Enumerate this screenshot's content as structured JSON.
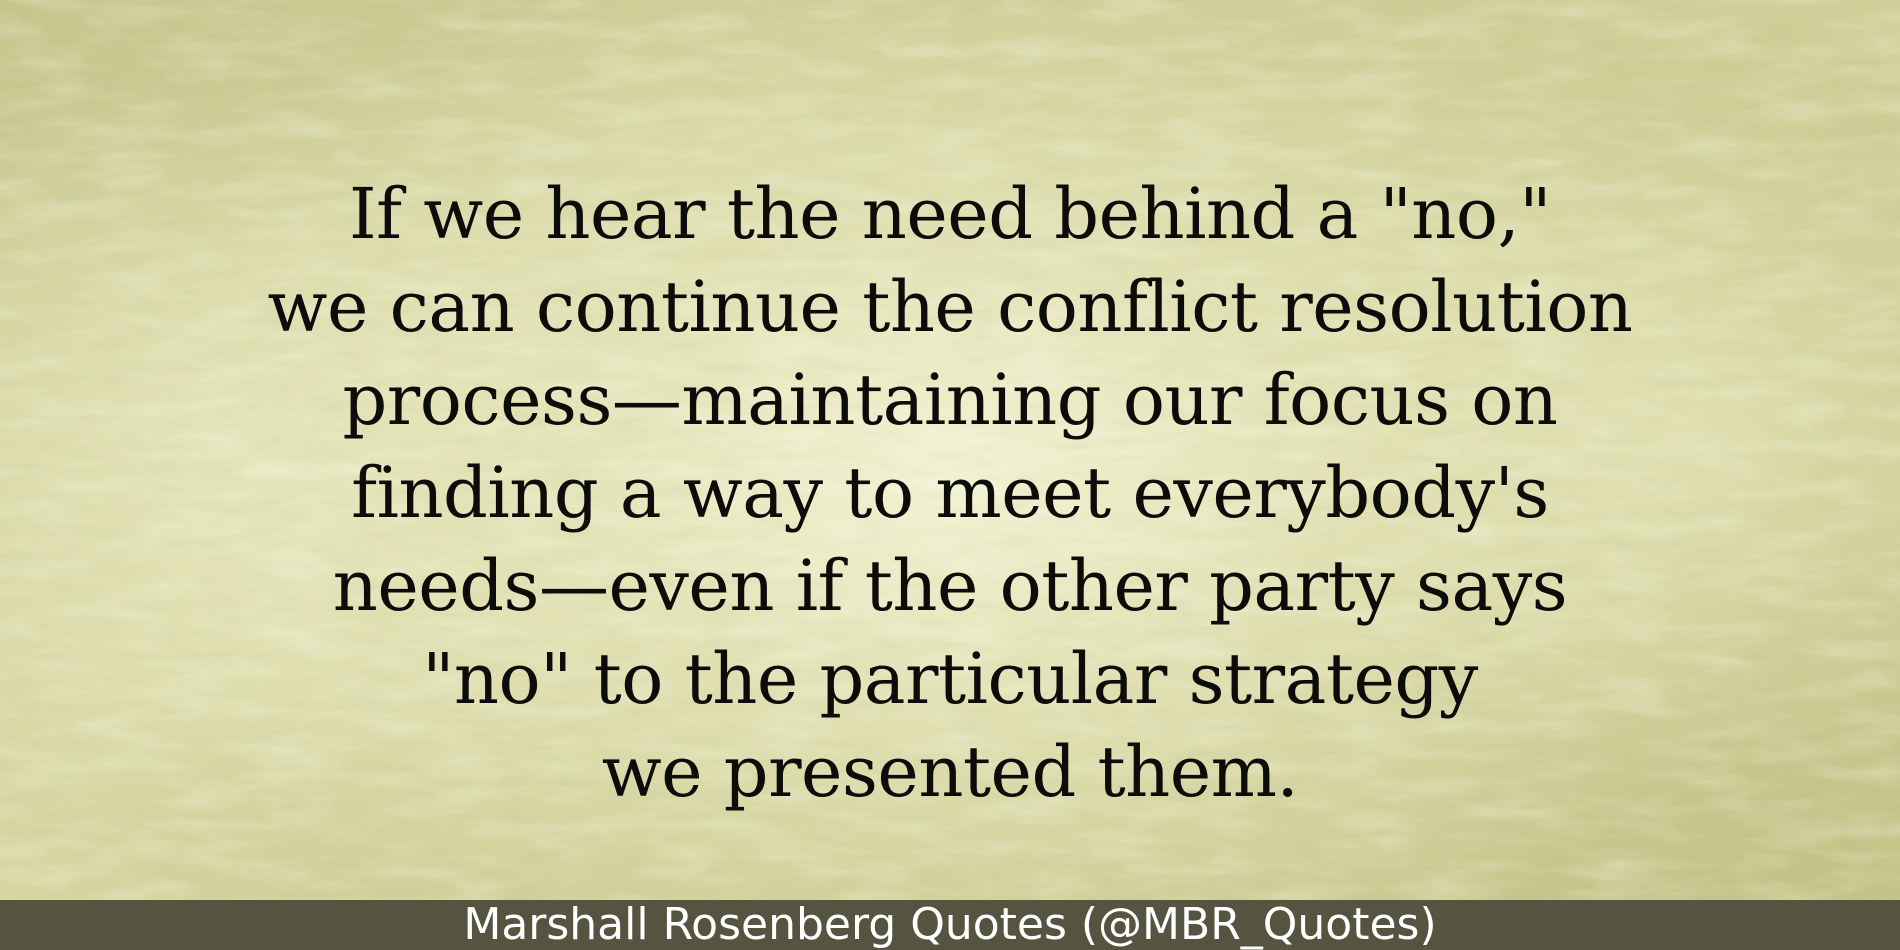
{
  "quote": {
    "lines": [
      "If we hear the need behind a \"no,\"",
      "we can continue the conflict resolution",
      "process—maintaining our focus on",
      "finding a way to meet everybody's",
      "needs—even if the other party says",
      "\"no\" to the particular strategy",
      "we presented them."
    ]
  },
  "footer": {
    "attribution": "Marshall Rosenberg Quotes (@MBR_Quotes)"
  },
  "colors": {
    "background": "#d4d49e",
    "text": "#0c0c0a",
    "footer_bar": "#555441",
    "footer_text": "#ffffff"
  }
}
